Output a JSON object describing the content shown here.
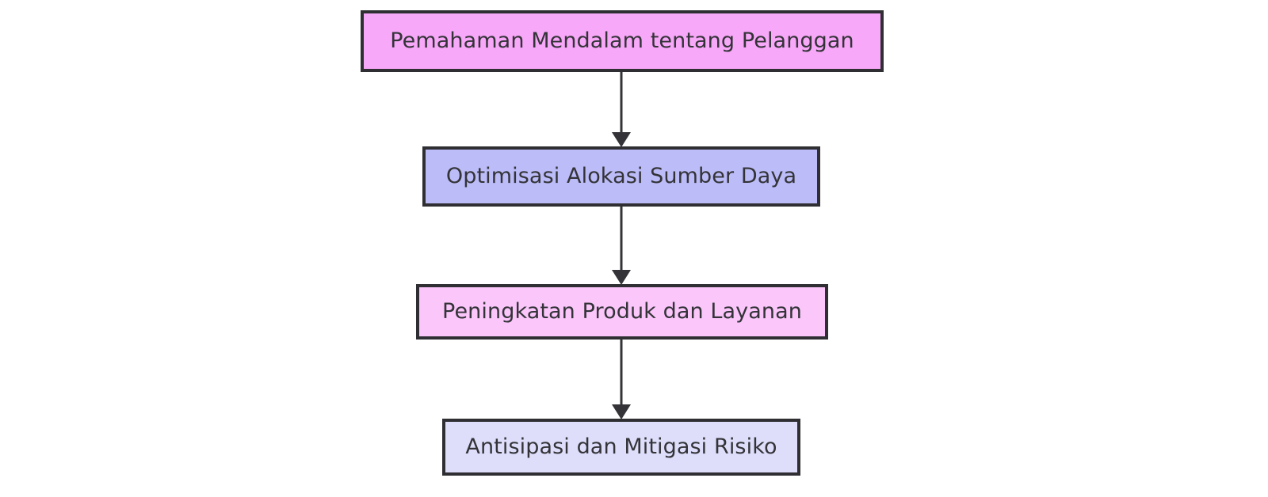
{
  "diagram": {
    "type": "flowchart",
    "direction": "top-to-bottom",
    "background_color": "#ffffff",
    "border_color": "#2f2f33",
    "text_color": "#333338",
    "connector_color": "#333338",
    "nodes": [
      {
        "id": "node-1",
        "label": "Pemahaman Mendalam tentang Pelanggan",
        "fill_color": "#f8a8f8",
        "shape": "rectangle"
      },
      {
        "id": "node-2",
        "label": "Optimisasi Alokasi Sumber Daya",
        "fill_color": "#bcbcf8",
        "shape": "rectangle"
      },
      {
        "id": "node-3",
        "label": "Peningkatan Produk dan Layanan",
        "fill_color": "#fbc7fb",
        "shape": "rectangle"
      },
      {
        "id": "node-4",
        "label": "Antisipasi dan Mitigasi Risiko",
        "fill_color": "#dedefb",
        "shape": "rectangle"
      }
    ],
    "edges": [
      {
        "id": "connector-1",
        "from": "node-1",
        "to": "node-2",
        "label": "",
        "arrow": "down-arrow"
      },
      {
        "id": "connector-2",
        "from": "node-2",
        "to": "node-3",
        "label": "",
        "arrow": "down-arrow"
      },
      {
        "id": "connector-3",
        "from": "node-3",
        "to": "node-4",
        "label": "",
        "arrow": "down-arrow"
      }
    ]
  }
}
